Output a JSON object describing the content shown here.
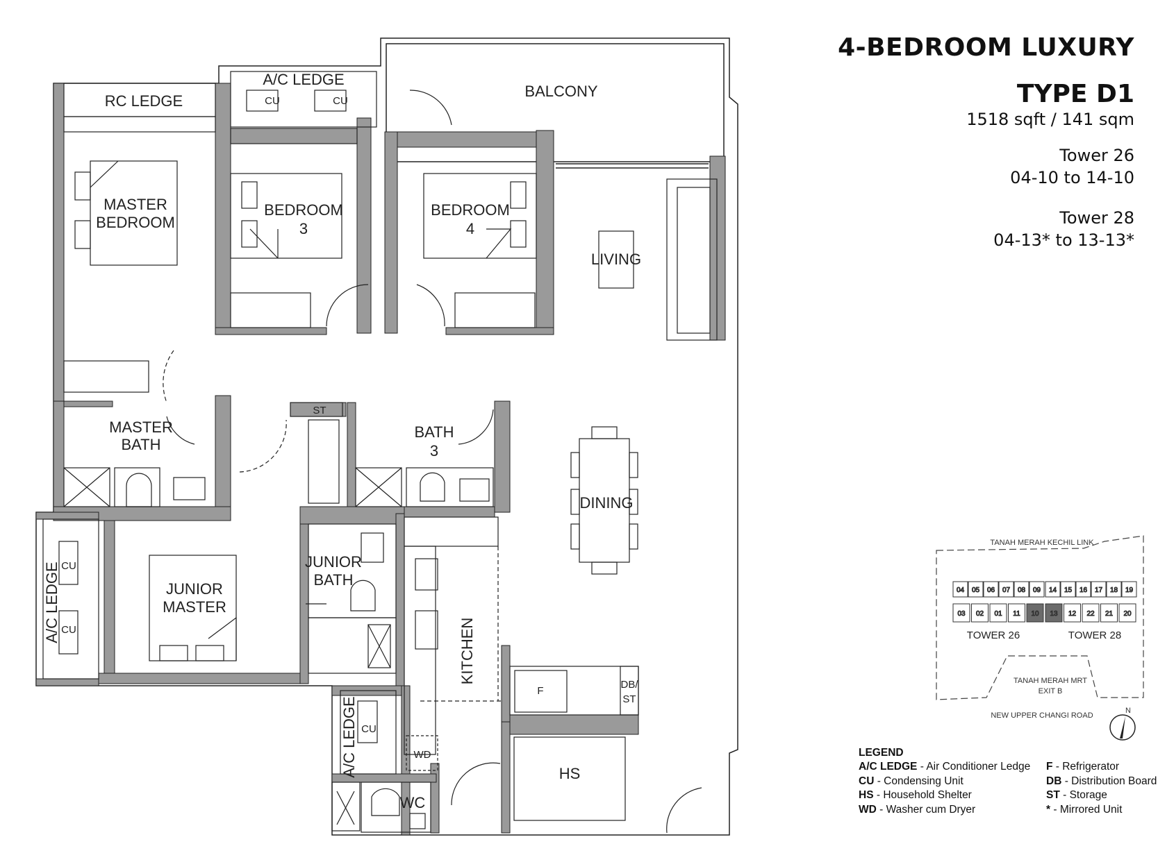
{
  "header": {
    "title": "4-BEDROOM LUXURY",
    "type": "TYPE D1",
    "area": "1518 sqft / 141 sqm",
    "tower_a": "Tower 26",
    "tower_a_units": "04-10 to 14-10",
    "tower_b": "Tower 28",
    "tower_b_units": "04-13* to 13-13*"
  },
  "rooms": {
    "rc_ledge": "RC LEDGE",
    "ac_ledge_top": "A/C LEDGE",
    "cu": "CU",
    "balcony": "BALCONY",
    "master_bedroom_1": "MASTER",
    "master_bedroom_2": "BEDROOM",
    "bedroom3_1": "BEDROOM",
    "bedroom3_2": "3",
    "bedroom4_1": "BEDROOM",
    "bedroom4_2": "4",
    "living": "LIVING",
    "master_bath_1": "MASTER",
    "master_bath_2": "BATH",
    "st": "ST",
    "bath3_1": "BATH",
    "bath3_2": "3",
    "dining": "DINING",
    "junior_bath_1": "JUNIOR",
    "junior_bath_2": "BATH",
    "junior_master_1": "JUNIOR",
    "junior_master_2": "MASTER",
    "ac_ledge_left": "A/C LEDGE",
    "ac_ledge_bottom": "A/C LEDGE",
    "kitchen": "KITCHEN",
    "f": "F",
    "db": "DB/",
    "db_st": "ST",
    "wd": "WD",
    "hs": "HS",
    "wc": "WC"
  },
  "site": {
    "road_top": "TANAH MERAH KECHIL LINK",
    "tower26_units_top": [
      "04",
      "05",
      "06",
      "07",
      "08",
      "09"
    ],
    "tower26_units_bottom": [
      "03",
      "02",
      "01",
      "11",
      "10"
    ],
    "tower28_units_top": [
      "14",
      "15",
      "16",
      "17",
      "18",
      "19"
    ],
    "tower28_units_bottom": [
      "13",
      "12",
      "22",
      "21",
      "20"
    ],
    "tower26": "TOWER 26",
    "tower28": "TOWER 28",
    "mrt_1": "TANAH MERAH MRT",
    "mrt_2": "EXIT B",
    "road_bottom": "NEW UPPER CHANGI ROAD",
    "north": "N",
    "highlight_color": "#6b6b6b"
  },
  "legend": {
    "heading": "LEGEND",
    "items_left": [
      {
        "abbr": "A/C LEDGE",
        "desc": " - Air Conditioner Ledge"
      },
      {
        "abbr": "CU",
        "desc": " - Condensing Unit"
      },
      {
        "abbr": "HS",
        "desc": " - Household Shelter"
      },
      {
        "abbr": "WD",
        "desc": " - Washer cum Dryer"
      }
    ],
    "items_right": [
      {
        "abbr": "F",
        "desc": " - Refrigerator"
      },
      {
        "abbr": "DB",
        "desc": " - Distribution Board"
      },
      {
        "abbr": "ST",
        "desc": " - Storage"
      },
      {
        "abbr": "*",
        "desc": " - Mirrored Unit"
      }
    ]
  },
  "colors": {
    "wall": "#9a9a9a",
    "line": "#222222"
  }
}
